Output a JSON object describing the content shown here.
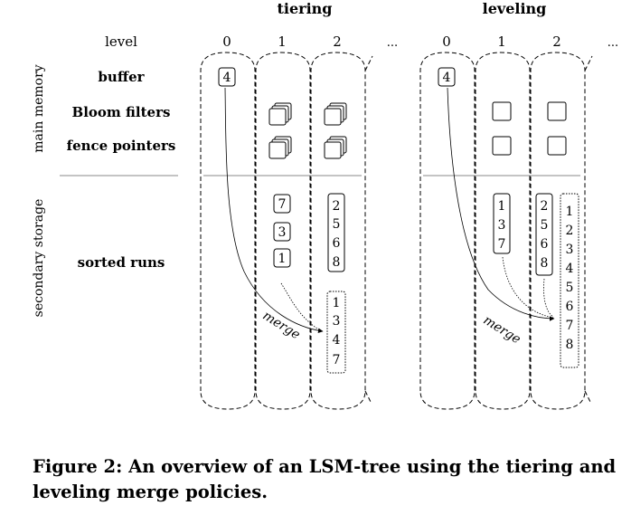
{
  "tiering_title": "tiering",
  "leveling_title": "leveling",
  "level_label": "level",
  "ellipsis": "...",
  "side_labels": {
    "main_memory": "main memory",
    "secondary_storage": "secondary storage"
  },
  "row_labels": {
    "buffer": "buffer",
    "bloom_filters": "Bloom filters",
    "fence_pointers": "fence pointers",
    "sorted_runs": "sorted runs"
  },
  "merge_label": "merge",
  "tiering": {
    "levels": [
      "0",
      "1",
      "2"
    ],
    "buffer_value": "4",
    "level1_runs": [
      "7",
      "3",
      "1"
    ],
    "level2_run_a": [
      "2",
      "5",
      "6",
      "8"
    ],
    "level2_run_b": [
      "1",
      "3",
      "4",
      "7"
    ]
  },
  "leveling": {
    "levels": [
      "0",
      "1",
      "2"
    ],
    "buffer_value": "4",
    "level1_run": [
      "1",
      "3",
      "7"
    ],
    "level2_run_a": [
      "2",
      "5",
      "6",
      "8"
    ],
    "level2_run_b": [
      "1",
      "2",
      "3",
      "4",
      "5",
      "6",
      "7",
      "8"
    ]
  },
  "caption": "Figure 2: An overview of an LSM-tree using the tiering and leveling merge policies."
}
